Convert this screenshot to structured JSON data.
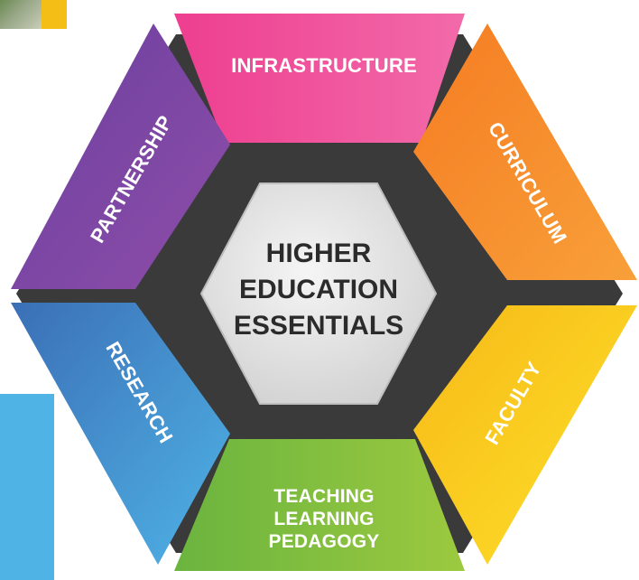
{
  "diagram": {
    "center": {
      "lines": [
        "HIGHER",
        "EDUCATION",
        "ESSENTIALS"
      ]
    },
    "segments": {
      "top": {
        "label": "INFRASTRUCTURE",
        "color_start": "#ee3e90",
        "color_end": "#f26aa9"
      },
      "upper_right": {
        "label": "CURRICULUM",
        "color_start": "#f57c22",
        "color_end": "#f8a03a"
      },
      "lower_right": {
        "label": "FACULTY",
        "color_start": "#f7b917",
        "color_end": "#fde12b"
      },
      "bottom": {
        "lines": [
          "TEACHING",
          "LEARNING",
          "PEDAGOGY"
        ],
        "color_start": "#6ab43f",
        "color_end": "#9cc93f"
      },
      "lower_left": {
        "label": "RESEARCH",
        "color_start": "#3b6fb6",
        "color_end": "#4fb3e6"
      },
      "upper_left": {
        "label": "PARTNERSHIP",
        "color_start": "#6b3fa0",
        "color_end": "#8e4ea8"
      }
    },
    "ring_color": "#3a3a3a",
    "center_fill": "#e6e6e6"
  }
}
